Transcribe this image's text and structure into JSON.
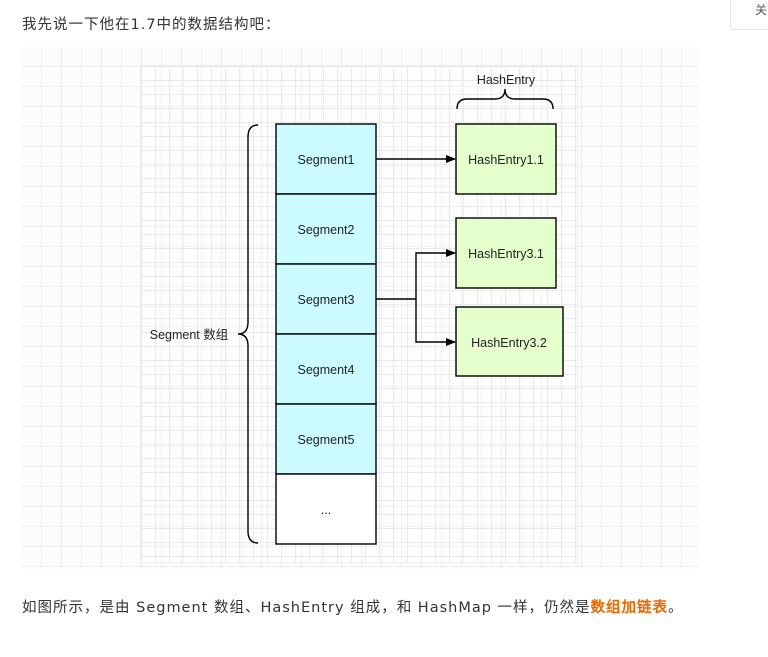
{
  "intro_text": "我先说一下他在1.7中的数据结构吧：",
  "side_button_label": "关",
  "diagram": {
    "hashentry_group_label": "HashEntry",
    "segment_group_label": "Segment 数组",
    "segments": [
      "Segment1",
      "Segment2",
      "Segment3",
      "Segment4",
      "Segment5",
      "..."
    ],
    "entries": [
      "HashEntry1.1",
      "HashEntry3.1",
      "HashEntry3.2"
    ],
    "colors": {
      "segment_fill": "#ccfbff",
      "entry_fill": "#e5ffcc",
      "empty_fill": "#ffffff",
      "stroke": "#000000"
    }
  },
  "footer": {
    "text_before": "如图所示，是由 Segment 数组、HashEntry 组成，和 HashMap 一样，仍然是",
    "highlight": "数组加链表",
    "text_after": "。",
    "highlight_color": "#e96900"
  }
}
